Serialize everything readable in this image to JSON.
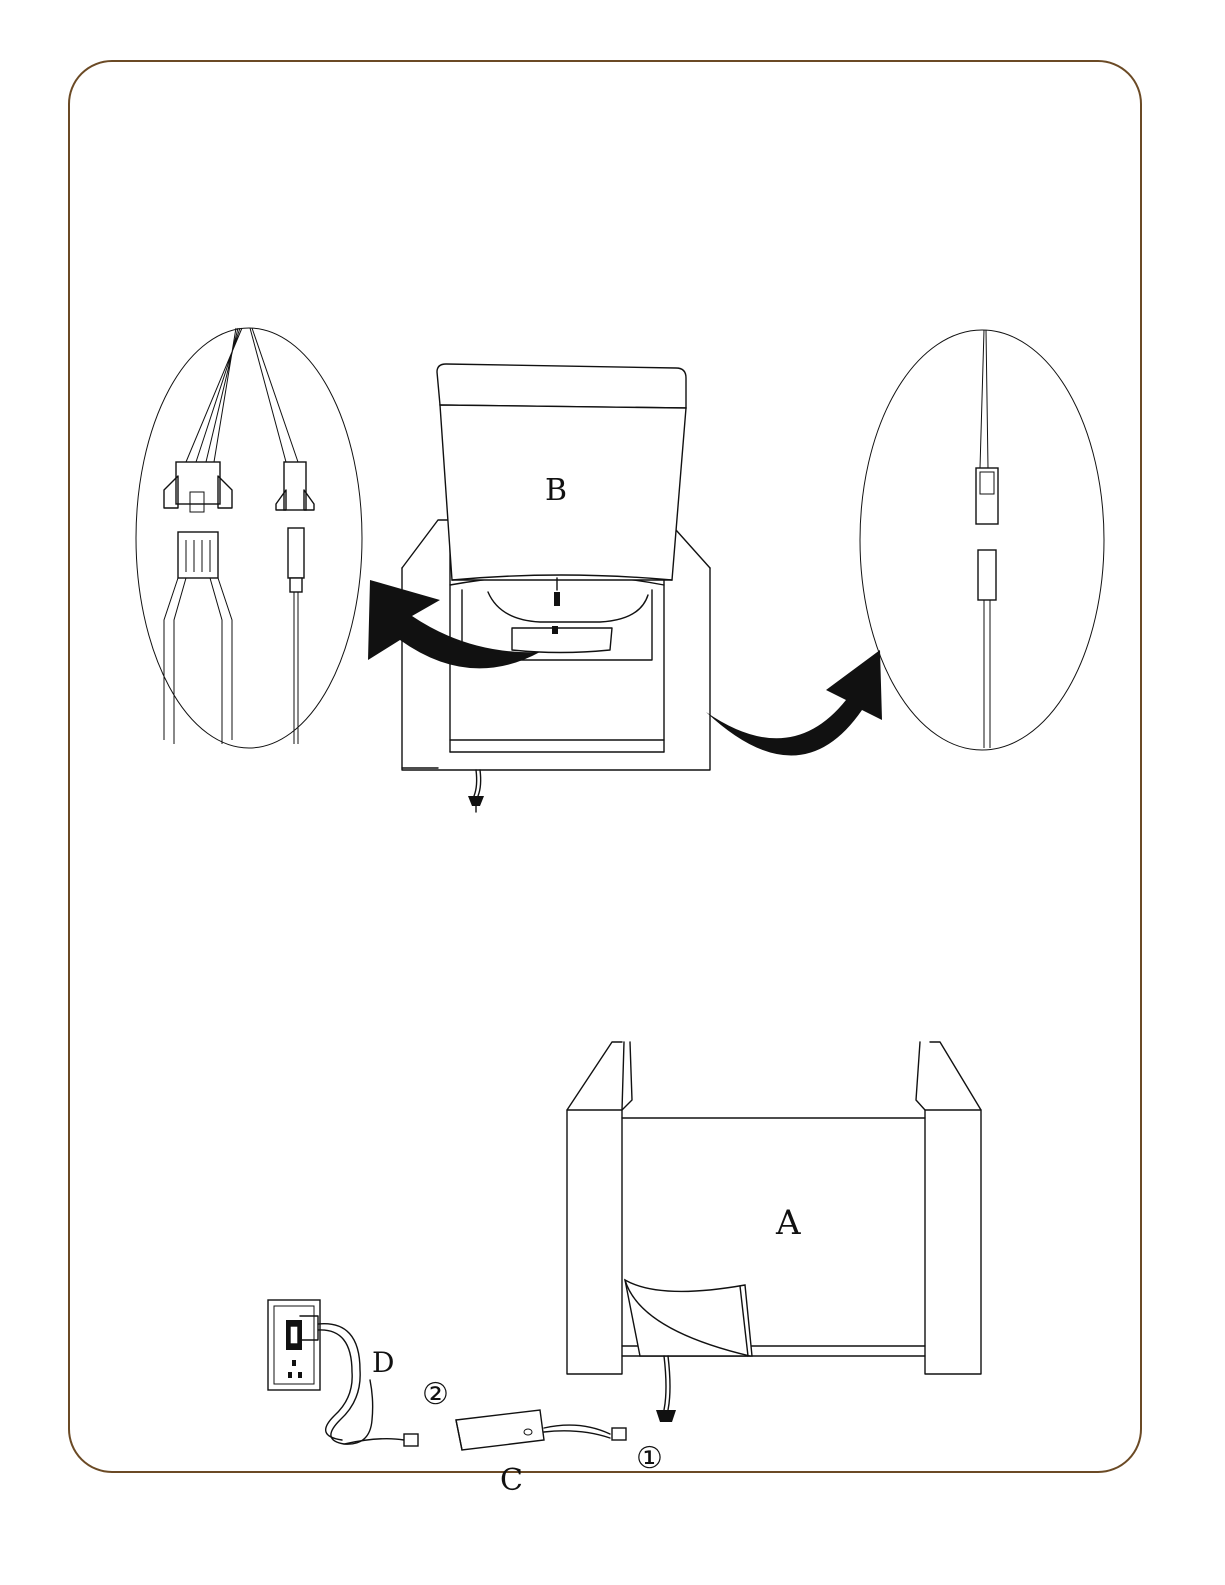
{
  "labels": {
    "backrest": "B",
    "base": "A",
    "adapter": "C",
    "power_cord": "D",
    "step_1": "①",
    "step_2": "②"
  },
  "colors": {
    "frame_border": "#6b4a25",
    "line": "#111111"
  }
}
